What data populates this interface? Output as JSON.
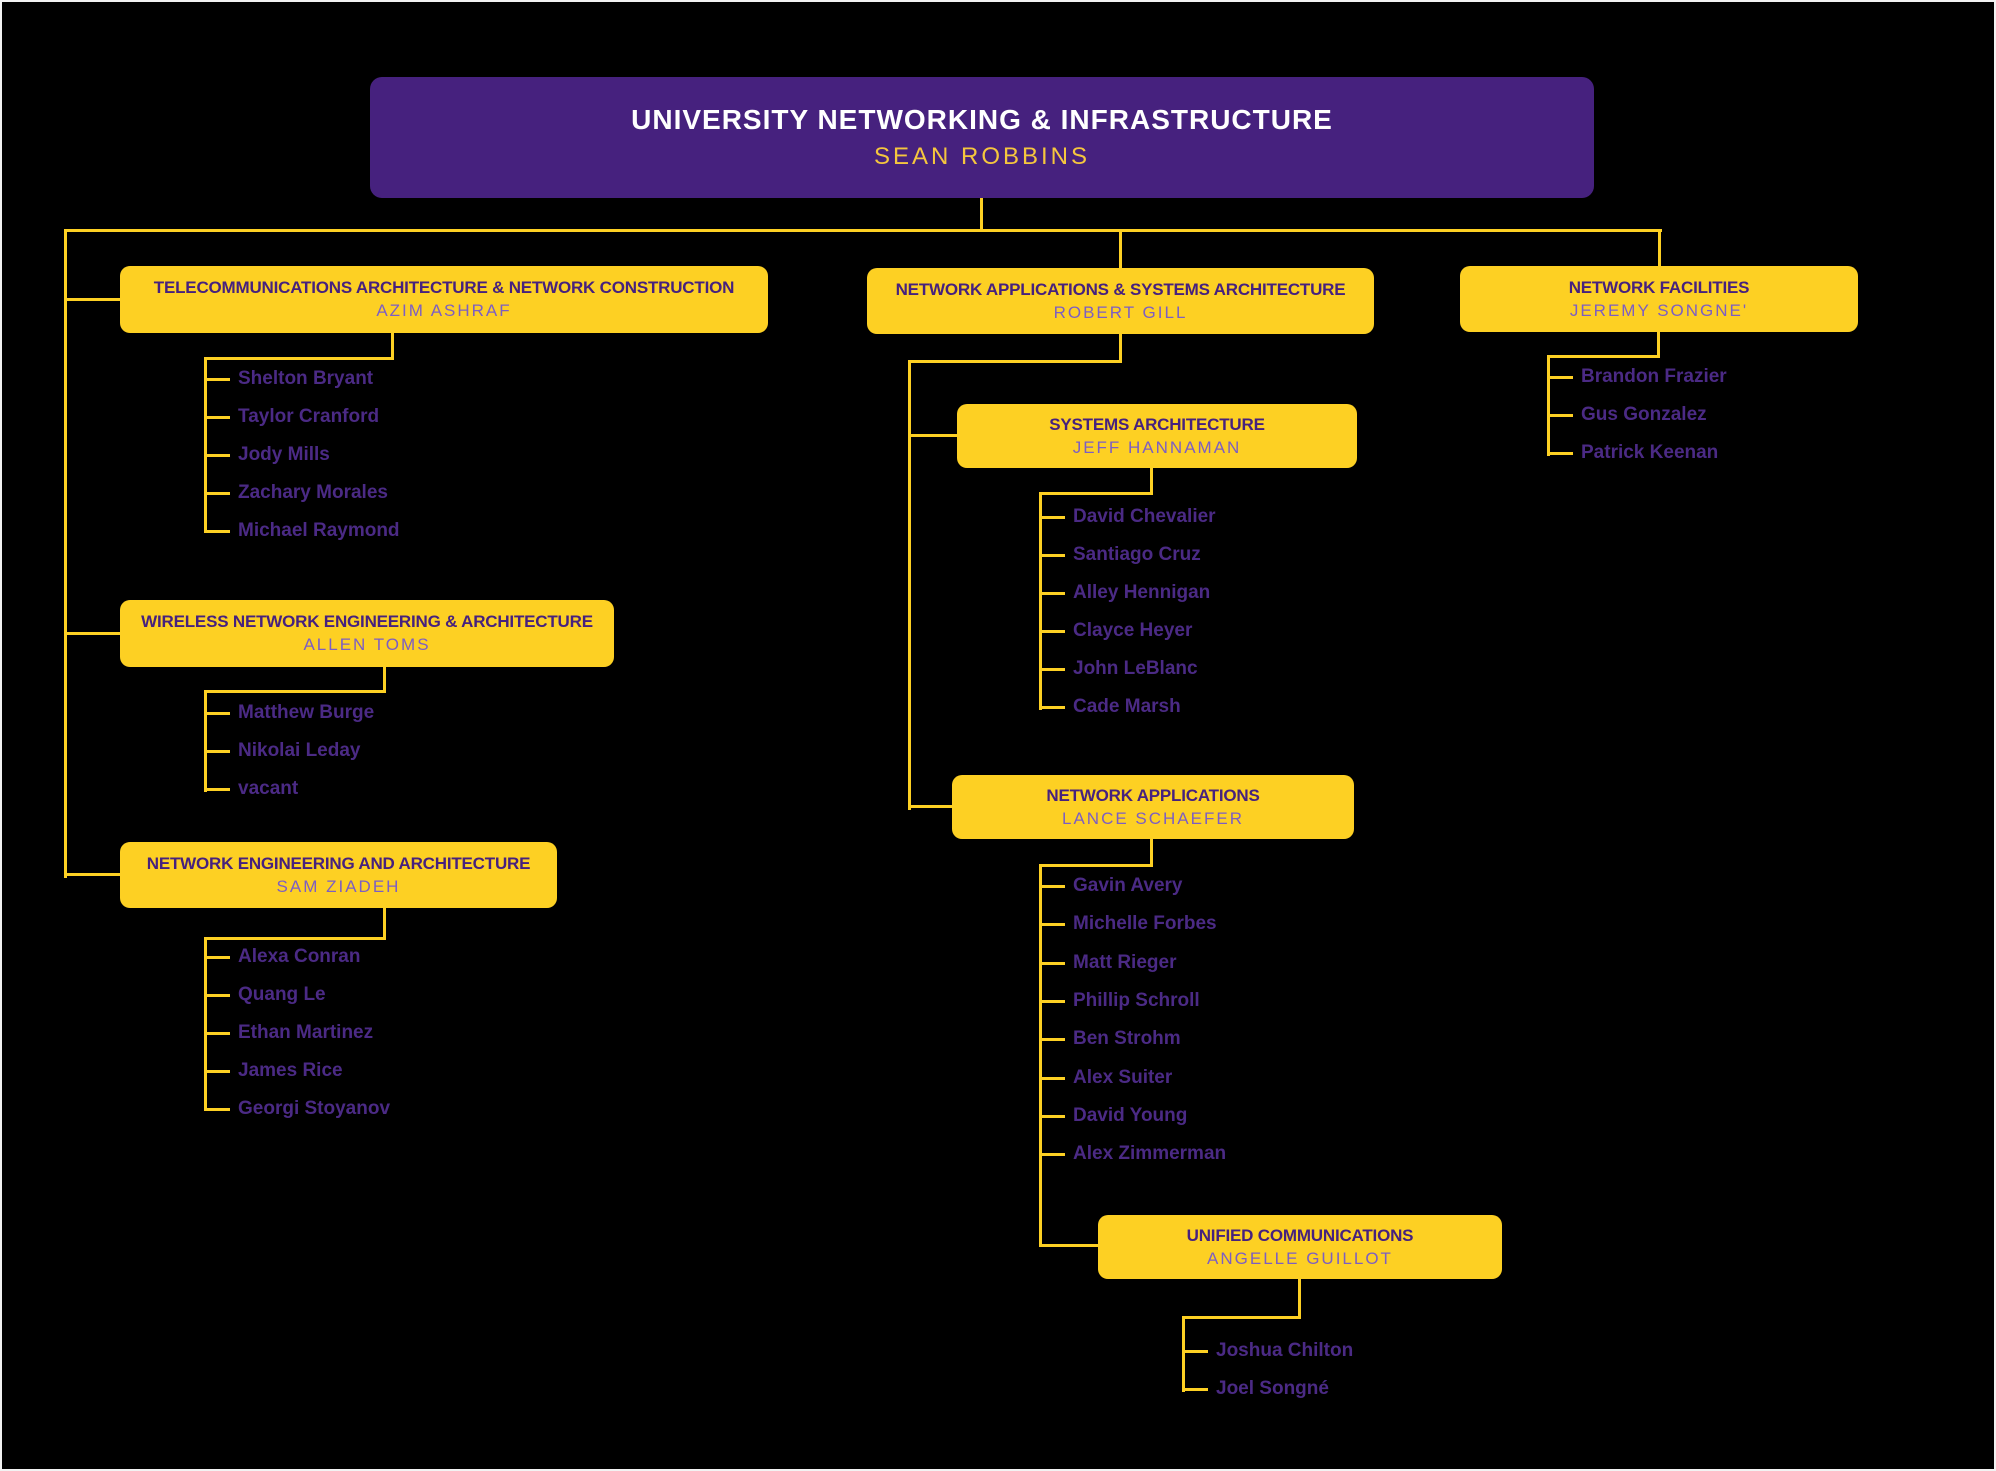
{
  "colors": {
    "background": "#000000",
    "purple": "#46217E",
    "gold": "#FDD023",
    "root_title": "#FFFFFF",
    "root_manager": "#F5C63E",
    "box_title_purple": "#46217E",
    "manager_purple": "#7C5EC4",
    "member_purple": "#4B2A85"
  },
  "root": {
    "title": "UNIVERSITY NETWORKING & INFRASTRUCTURE",
    "manager": "SEAN ROBBINS"
  },
  "departments": {
    "telecom": {
      "title": "TELECOMMUNICATIONS ARCHITECTURE & NETWORK CONSTRUCTION",
      "manager": "AZIM ASHRAF",
      "members": [
        "Shelton Bryant",
        "Taylor Cranford",
        "Jody Mills",
        "Zachary Morales",
        "Michael Raymond"
      ]
    },
    "wireless": {
      "title": "WIRELESS NETWORK ENGINEERING & ARCHITECTURE",
      "manager": "ALLEN TOMS",
      "members": [
        "Matthew Burge",
        "Nikolai Leday",
        "vacant"
      ]
    },
    "neteng": {
      "title": "NETWORK ENGINEERING AND ARCHITECTURE",
      "manager": "SAM ZIADEH",
      "members": [
        "Alexa Conran",
        "Quang Le",
        "Ethan Martinez",
        "James Rice",
        "Georgi Stoyanov"
      ]
    },
    "netappsys": {
      "title": "NETWORK APPLICATIONS & SYSTEMS ARCHITECTURE",
      "manager": "ROBERT GILL",
      "members": []
    },
    "sysarch": {
      "title": "SYSTEMS ARCHITECTURE",
      "manager": "JEFF HANNAMAN",
      "members": [
        "David Chevalier",
        "Santiago Cruz",
        "Alley Hennigan",
        "Clayce Heyer",
        "John LeBlanc",
        "Cade Marsh"
      ]
    },
    "netapps": {
      "title": "NETWORK APPLICATIONS",
      "manager": "LANCE SCHAEFER",
      "members": [
        "Gavin Avery",
        "Michelle Forbes",
        "Matt Rieger",
        "Phillip Schroll",
        "Ben Strohm",
        "Alex Suiter",
        "David Young",
        "Alex Zimmerman"
      ]
    },
    "unified": {
      "title": "UNIFIED COMMUNICATIONS",
      "manager": "ANGELLE GUILLOT",
      "members": [
        "Joshua Chilton",
        "Joel Songné"
      ]
    },
    "facilities": {
      "title": "NETWORK FACILITIES",
      "manager": "JEREMY SONGNE'",
      "members": [
        "Brandon Frazier",
        "Gus Gonzalez",
        "Patrick Keenan"
      ]
    }
  }
}
